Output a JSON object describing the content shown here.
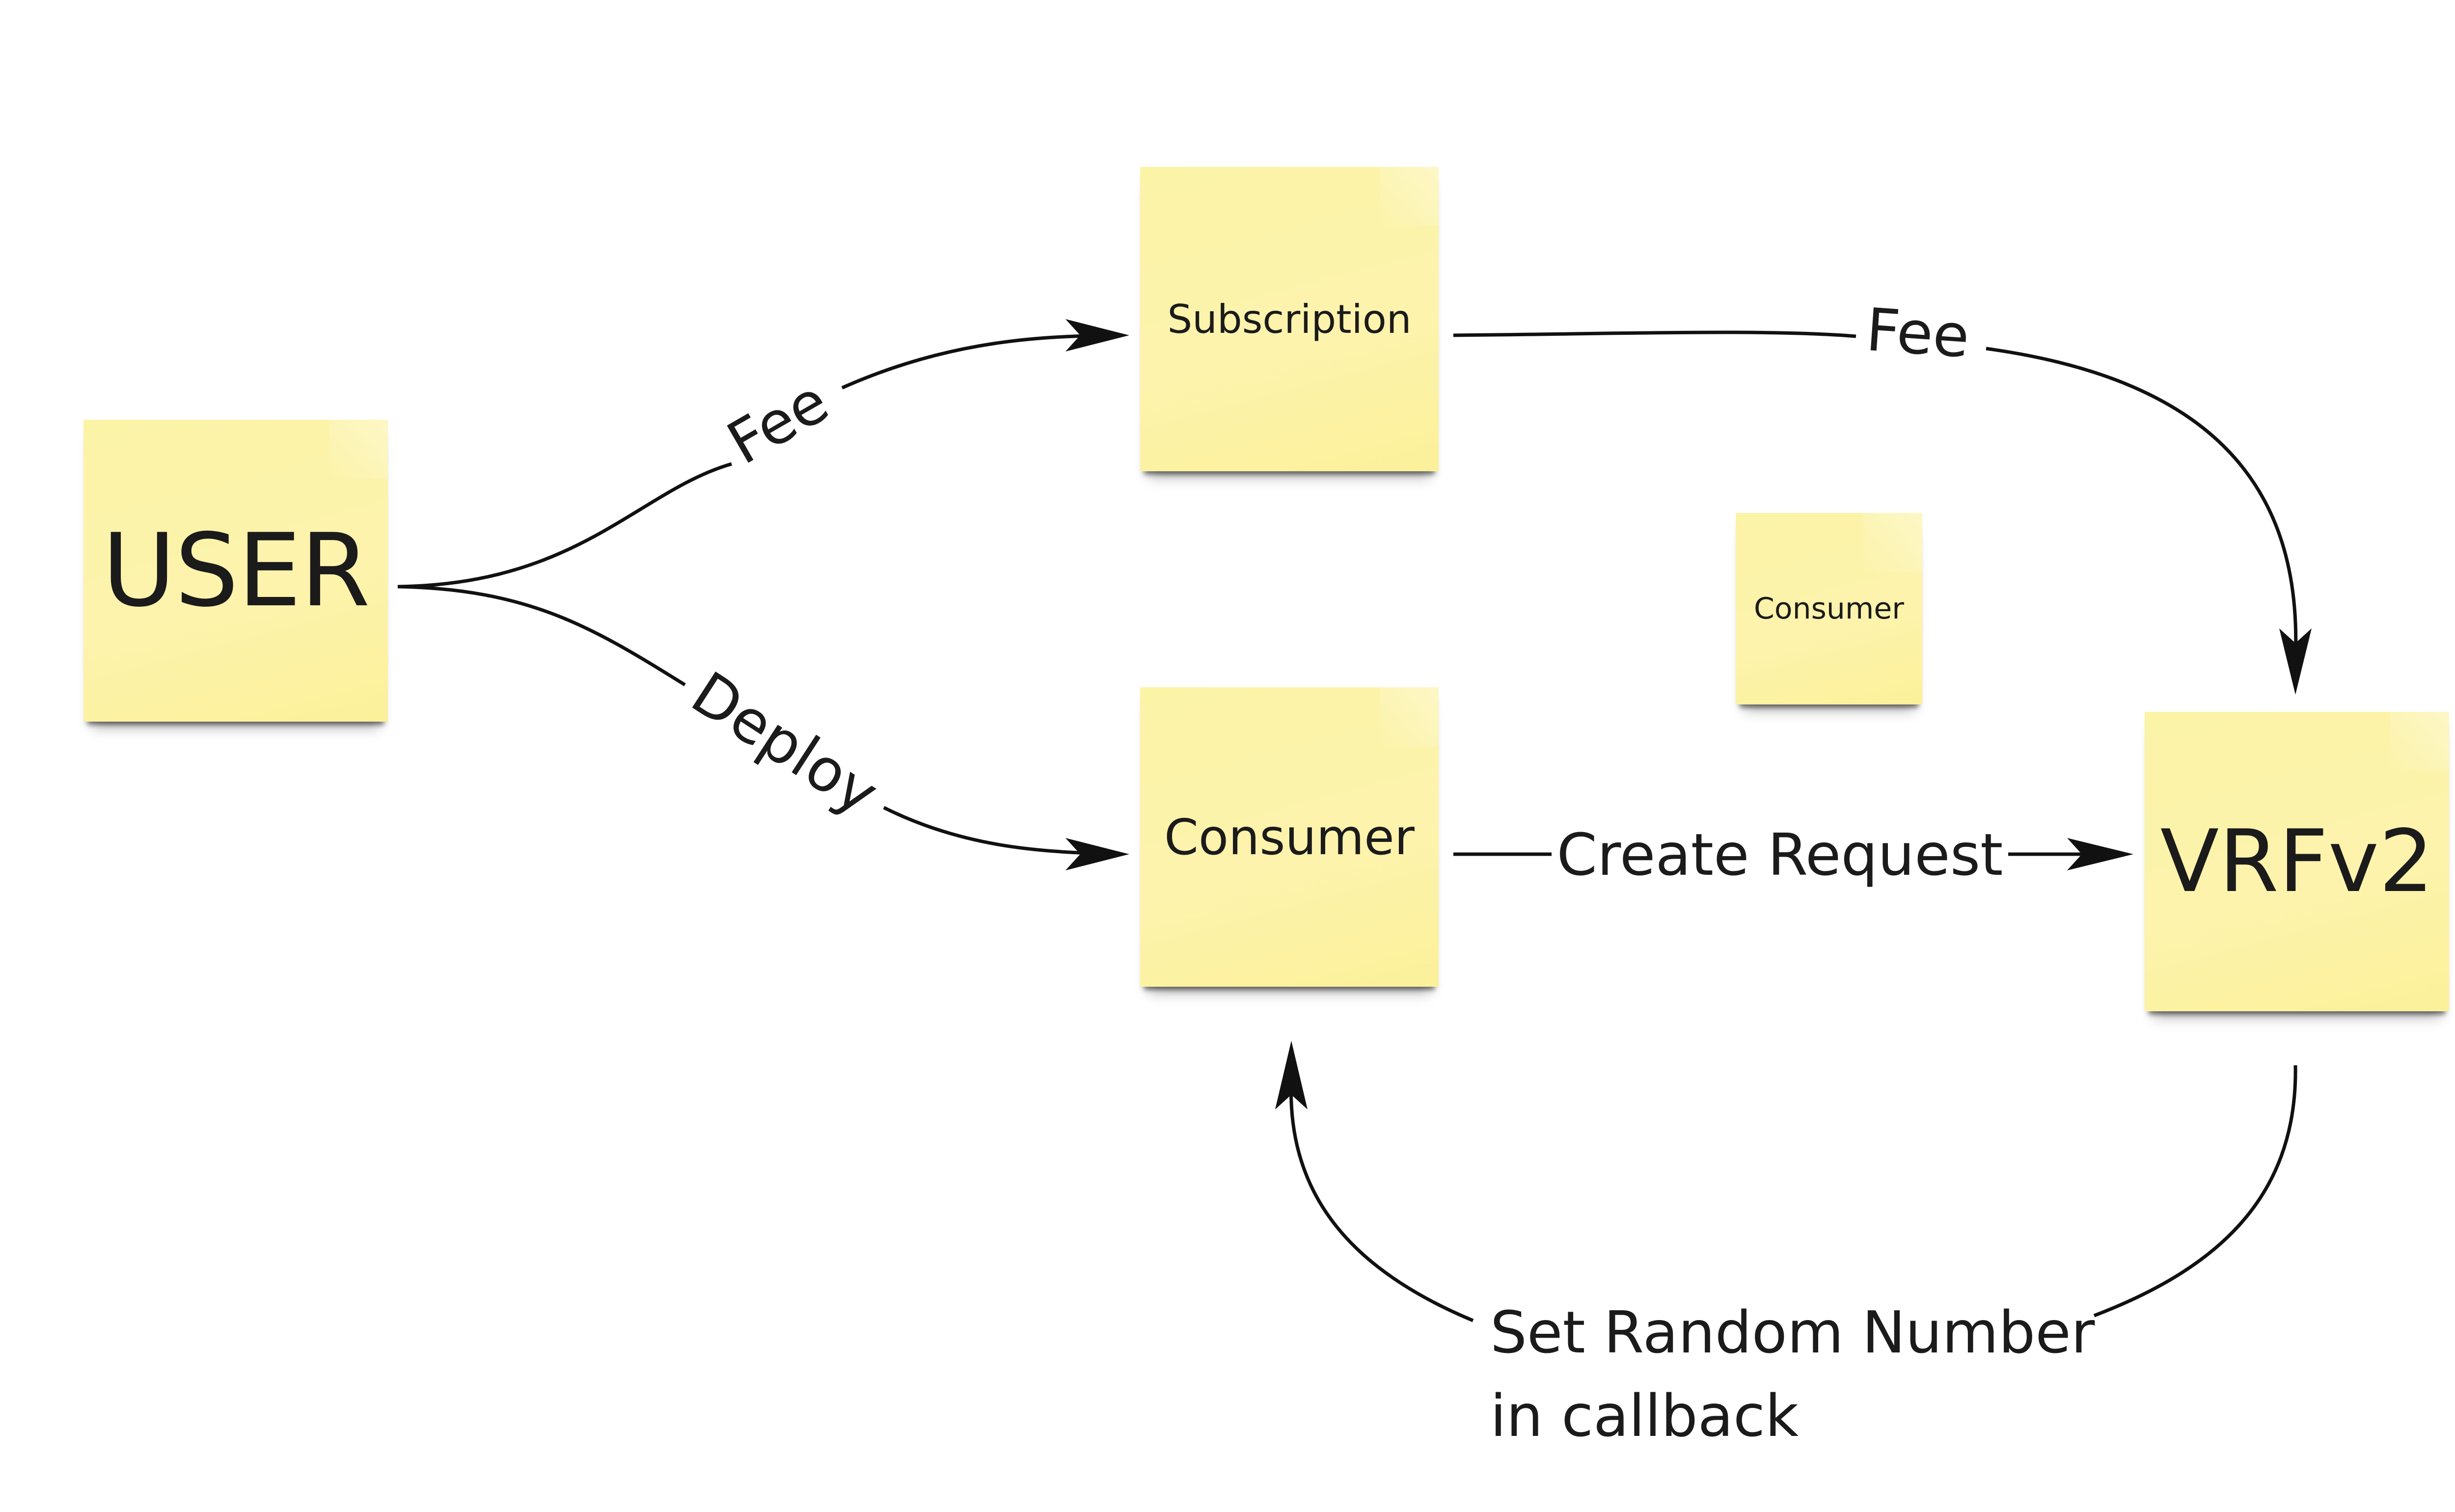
{
  "notes": {
    "user": "USER",
    "subscription": "Subscription",
    "consumer": "Consumer",
    "consumer_small": "Consumer",
    "vrf": "VRFv2"
  },
  "edges": {
    "user_to_subscription": "Fee",
    "user_to_consumer": "Deploy",
    "subscription_to_vrf": "Fee",
    "consumer_to_vrf": "Create Request",
    "vrf_to_consumer_line1": "Set Random Number",
    "vrf_to_consumer_line2": "in callback"
  },
  "colors": {
    "note": "#fdf3ad",
    "line": "#111111",
    "text": "#1b1b1b"
  }
}
